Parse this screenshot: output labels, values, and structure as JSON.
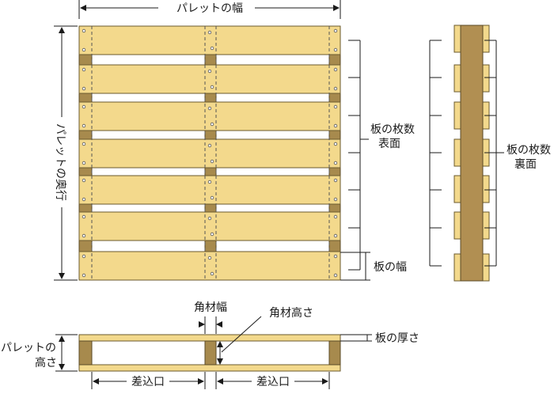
{
  "labels": {
    "pallet_width": "パレットの幅",
    "pallet_depth": "パレットの奥行",
    "boards_top_line1": "板の枚数",
    "boards_top_line2": "表面",
    "boards_bottom_line1": "板の枚数",
    "boards_bottom_line2": "裏面",
    "board_width": "板の幅",
    "block_width": "角材幅",
    "block_height": "角材高さ",
    "board_thickness": "板の厚さ",
    "pallet_height_line1": "パレットの",
    "pallet_height_line2": "高さ",
    "entry_left": "差込口",
    "entry_right": "差込口"
  },
  "colors": {
    "board": "#f3d98c",
    "block": "#a78a4d",
    "line": "#1a1a1a"
  }
}
